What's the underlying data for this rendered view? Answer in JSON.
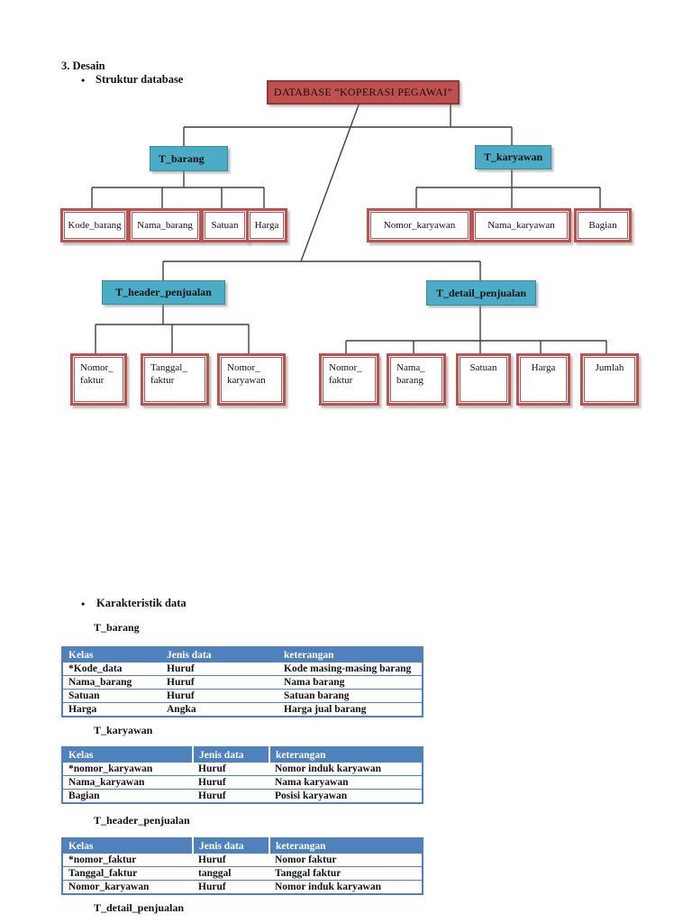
{
  "document": {
    "section_heading": "3. Desain",
    "bullets": {
      "struktur": "Struktur database",
      "karakteristik": "Karakteristik data"
    }
  },
  "diagram": {
    "root_label": "DATABASE “KOPERASI PEGAWAI”",
    "t_barang": {
      "label": "T_barang",
      "children": [
        "Kode_barang",
        "Nama_barang",
        "Satuan",
        "Harga"
      ]
    },
    "t_karyawan": {
      "label": "T_karyawan",
      "children": [
        "Nomor_karyawan",
        "Nama_karyawan",
        "Bagian"
      ]
    },
    "t_header_penjualan": {
      "label": "T_header_penjualan",
      "children": [
        "Nomor_\nfaktur",
        "Tanggal_\nfaktur",
        "Nomor_\nkaryawan"
      ]
    },
    "t_detail_penjualan": {
      "label": "T_detail_penjualan",
      "children": [
        "Nomor_\nfaktur",
        "Nama_\nbarang",
        "Satuan",
        "Harga",
        "Jumlah"
      ]
    }
  },
  "characteristics": {
    "tables": [
      {
        "title": "T_barang",
        "headers": [
          "Kelas",
          "Jenis data",
          "keterangan"
        ],
        "header_separators": false,
        "rows": [
          [
            "*Kode_data",
            "Huruf",
            "Kode masing-masing barang"
          ],
          [
            "Nama_barang",
            "Huruf",
            "Nama barang"
          ],
          [
            "Satuan",
            "Huruf",
            "Satuan barang"
          ],
          [
            "Harga",
            "Angka",
            "Harga jual barang"
          ]
        ]
      },
      {
        "title": "T_karyawan",
        "headers": [
          "Kelas",
          "Jenis data",
          "keterangan"
        ],
        "header_separators": true,
        "rows": [
          [
            "*nomor_karyawan",
            "Huruf",
            "Nomor induk karyawan"
          ],
          [
            "Nama_karyawan",
            "Huruf",
            "Nama karyawan"
          ],
          [
            "Bagian",
            "Huruf",
            "Posisi karyawan"
          ]
        ]
      },
      {
        "title": "T_header_penjualan",
        "headers": [
          "Kelas",
          "Jenis data",
          "keterangan"
        ],
        "header_separators": true,
        "rows": [
          [
            "*nomor_faktur",
            "Huruf",
            "Nomor faktur"
          ],
          [
            "Tanggal_faktur",
            "tanggal",
            "Tanggal faktur"
          ],
          [
            "Nomor_karyawan",
            "Huruf",
            "Nomor induk karyawan"
          ]
        ]
      },
      {
        "title": "T_detail_penjualan",
        "headers": [],
        "header_separators": true,
        "rows": []
      }
    ]
  },
  "colors": {
    "root_box_fill": "#C0504D",
    "root_box_border": "#943634",
    "entity_box_fill": "#4BACC6",
    "leaf_border": "#C0504D",
    "table_header_fill": "#4F81BD",
    "table_border": "#4F81BD",
    "connector": "#3F3F3F"
  }
}
